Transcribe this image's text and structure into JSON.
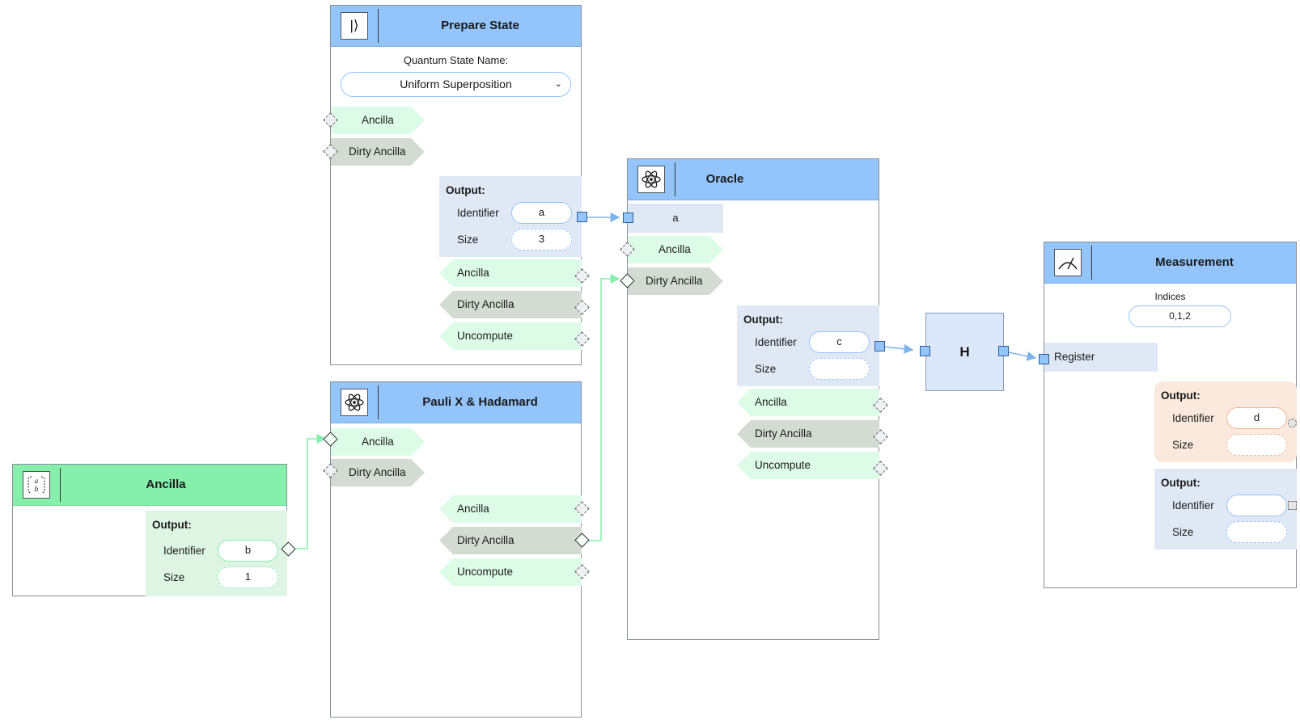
{
  "prepare_state": {
    "title": "Prepare State",
    "icon": "ket-icon",
    "state_name_label": "Quantum State Name:",
    "state_name_value": "Uniform Superposition",
    "inputs": [
      "Ancilla",
      "Dirty Ancilla"
    ],
    "output": {
      "heading": "Output:",
      "identifier_label": "Identifier",
      "identifier": "a",
      "size_label": "Size",
      "size": "3"
    },
    "outputs": [
      "Ancilla",
      "Dirty Ancilla",
      "Uncompute"
    ]
  },
  "pauli": {
    "title": "Pauli X & Hadamard",
    "icon": "atom-icon",
    "inputs": [
      "Ancilla",
      "Dirty Ancilla"
    ],
    "outputs": [
      "Ancilla",
      "Dirty Ancilla",
      "Uncompute"
    ]
  },
  "ancilla": {
    "title": "Ancilla",
    "icon": "ancilla-icon",
    "output": {
      "heading": "Output:",
      "identifier_label": "Identifier",
      "identifier": "b",
      "size_label": "Size",
      "size": "1"
    }
  },
  "oracle": {
    "title": "Oracle",
    "icon": "atom-icon",
    "input_register": "a",
    "inputs": [
      "Ancilla",
      "Dirty Ancilla"
    ],
    "output": {
      "heading": "Output:",
      "identifier_label": "Identifier",
      "identifier": "c",
      "size_label": "Size",
      "size": ""
    },
    "outputs": [
      "Ancilla",
      "Dirty Ancilla",
      "Uncompute"
    ]
  },
  "gate_h": {
    "label": "H"
  },
  "measurement": {
    "title": "Measurement",
    "icon": "meter-icon",
    "indices_label": "Indices",
    "indices_value": "0,1,2",
    "register_label": "Register",
    "output1": {
      "heading": "Output:",
      "identifier_label": "Identifier",
      "identifier": "d",
      "size_label": "Size",
      "size": ""
    },
    "output2": {
      "heading": "Output:",
      "identifier_label": "Identifier",
      "identifier": "",
      "size_label": "Size",
      "size": ""
    }
  },
  "colors": {
    "header_blue": "#93c5fb",
    "header_green": "#86efac",
    "ancilla_tab": "#dcfce7",
    "dirty_tab": "#d3dbd2",
    "wire_blue": "#7fb4ea",
    "wire_green": "#86efac"
  }
}
